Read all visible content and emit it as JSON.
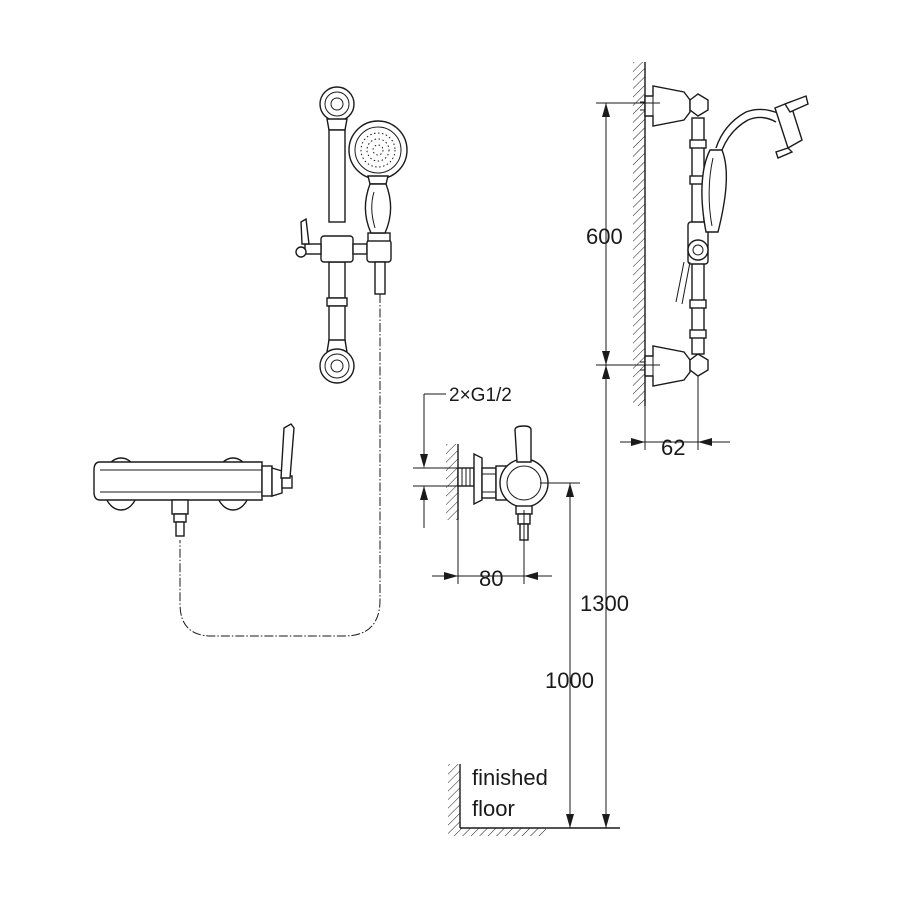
{
  "labels": {
    "connection": "2×G1/2",
    "dim_rail": "600",
    "dim_rail_offset": "62",
    "dim_inlet_depth": "80",
    "dim_rail_height": "1300",
    "dim_mixer_height": "1000",
    "floor_line1": "finished",
    "floor_line2": "floor"
  }
}
